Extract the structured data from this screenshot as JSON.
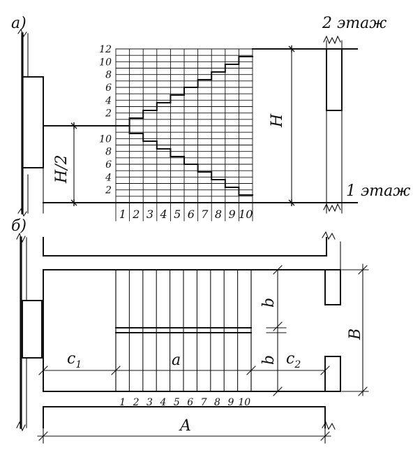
{
  "panel_a": {
    "label": "а)",
    "floor2": "2 этаж",
    "floor1": "1 этаж",
    "height_label": "H",
    "half_height_label": "H/2",
    "upper_scale": [
      "12",
      "10",
      "8",
      "6",
      "4",
      "2"
    ],
    "lower_scale": [
      "10",
      "8",
      "6",
      "4",
      "2"
    ],
    "step_numbers": [
      "1",
      "2",
      "3",
      "4",
      "5",
      "6",
      "7",
      "8",
      "9",
      "10"
    ]
  },
  "panel_b": {
    "label": "б)",
    "landing_left": "c1",
    "march_length": "a",
    "landing_right": "c2",
    "march_width_top": "b",
    "march_width_bottom": "b",
    "stair_width": "B",
    "total_length": "A",
    "step_numbers": [
      "1",
      "2",
      "3",
      "4",
      "5",
      "6",
      "7",
      "8",
      "9",
      "10"
    ]
  }
}
